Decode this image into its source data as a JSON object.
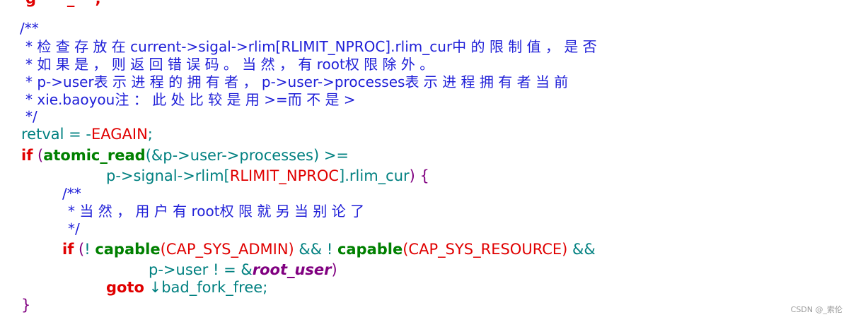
{
  "code": {
    "cmt1": {
      "open": "/**",
      "l1_a": "* 检 查 存 放 在 ",
      "l1_b": "current->sigal->rlim[RLIMIT_NPROC].rlim_cur",
      "l1_c": "中 的 限 制 值 ， 是 否",
      "l2_a": "* 如 果 是 ， 则 返 回 错 误 码 。 当 然 ， 有 ",
      "l2_b": "root",
      "l2_c": "权 限 除 外 。",
      "l3_a": "* p->user",
      "l3_b": "表 示 进 程 的 拥 有 者 ， ",
      "l3_c": "p->user->processes",
      "l3_d": "表 示 进 程 拥 有 者 当 前",
      "l4_a": "* xie.baoyou",
      "l4_b": "注 ： 此 处 比 较 是 用 ",
      "l4_c": ">=",
      "l4_d": "而 不 是 >",
      "close": "*/"
    },
    "retval": {
      "lhs": "retval = -",
      "value": "EAGAIN",
      "semi": ";"
    },
    "if1": {
      "kw": "if",
      "paren": " (",
      "fn": "atomic_read",
      "arg": "(&p->user->processes) >=",
      "cont_a": "p->signal->rlim[",
      "cont_b": "RLIMIT_NPROC",
      "cont_c": "].rlim_cur",
      "cont_d": ") {"
    },
    "cmt2": {
      "open": "/**",
      "body_a": "* 当 然 ， 用 户 有 ",
      "body_b": "root",
      "body_c": "权 限 就 另 当 别 论 了",
      "close": "*/"
    },
    "if2": {
      "kw": "if",
      "paren": " (",
      "not1": "! ",
      "fn1": "capable",
      "arg1": "(CAP_SYS_ADMIN)",
      "and1": " && ! ",
      "fn2": "capable",
      "arg2": "(CAP_SYS_RESOURCE)",
      "and2": " &&",
      "cont_a": "p->user ! = &",
      "cont_b": "root_user",
      "cont_c": ")"
    },
    "goto": {
      "kw": "goto",
      "arrow": " ↓",
      "label": "bad_fork_free;"
    },
    "close_brace": "}"
  },
  "watermark": "CSDN @_索伦"
}
